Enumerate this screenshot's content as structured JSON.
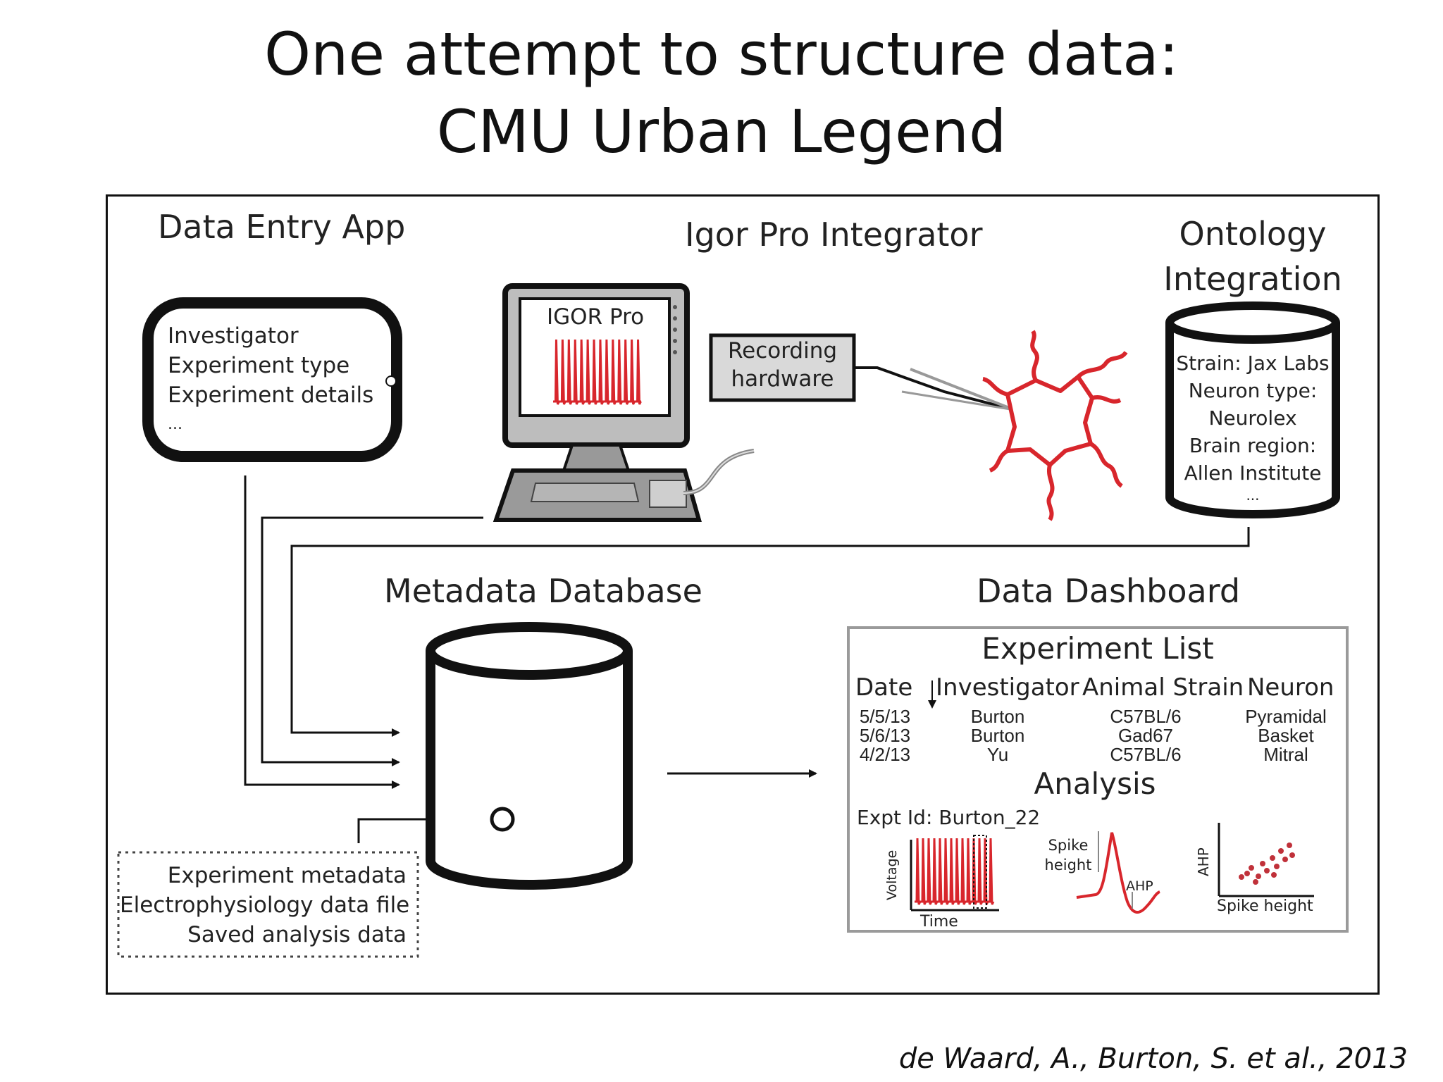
{
  "title": {
    "line1": "One attempt to structure data:",
    "line2": "CMU Urban Legend"
  },
  "data_entry_app": {
    "heading": "Data Entry App",
    "fields": [
      "Investigator",
      "Experiment type",
      "Experiment details",
      "..."
    ]
  },
  "igor_pro_integrator": {
    "heading": "Igor Pro Integrator",
    "screen_label": "IGOR Pro",
    "hardware_label_line1": "Recording",
    "hardware_label_line2": "hardware"
  },
  "ontology_integration": {
    "heading_line1": "Ontology",
    "heading_line2": "Integration",
    "items": [
      "Strain: Jax Labs",
      "Neuron type:",
      "Neurolex",
      "Brain region:",
      "Allen Institute",
      "..."
    ]
  },
  "metadata_database": {
    "heading": "Metadata Database",
    "contents": [
      "Experiment metadata",
      "Electrophysiology data file",
      "Saved analysis data"
    ]
  },
  "data_dashboard": {
    "heading": "Data Dashboard",
    "experiment_list_title": "Experiment List",
    "columns": [
      "Date",
      "Investigator",
      "Animal Strain",
      "Neuron"
    ],
    "rows": [
      [
        "5/5/13",
        "Burton",
        "C57BL/6",
        "Pyramidal"
      ],
      [
        "5/6/13",
        "Burton",
        "Gad67",
        "Basket"
      ],
      [
        "4/2/13",
        "Yu",
        "C57BL/6",
        "Mitral"
      ]
    ],
    "analysis_title": "Analysis",
    "expt_id": "Expt Id: Burton_22",
    "trace_ylabel": "Voltage",
    "trace_xlabel": "Time",
    "spike_label_line1": "Spike",
    "spike_label_line2": "height",
    "ahp_label": "AHP",
    "scatter_ylabel": "AHP",
    "scatter_xlabel": "Spike height"
  },
  "citation": "de Waard, A., Burton, S. et al., 2013",
  "colors": {
    "trace_red": "#d8262c",
    "outline": "#111111",
    "hardware_fill": "#d9d9d9",
    "dashboard_border": "#9a9a9a"
  }
}
